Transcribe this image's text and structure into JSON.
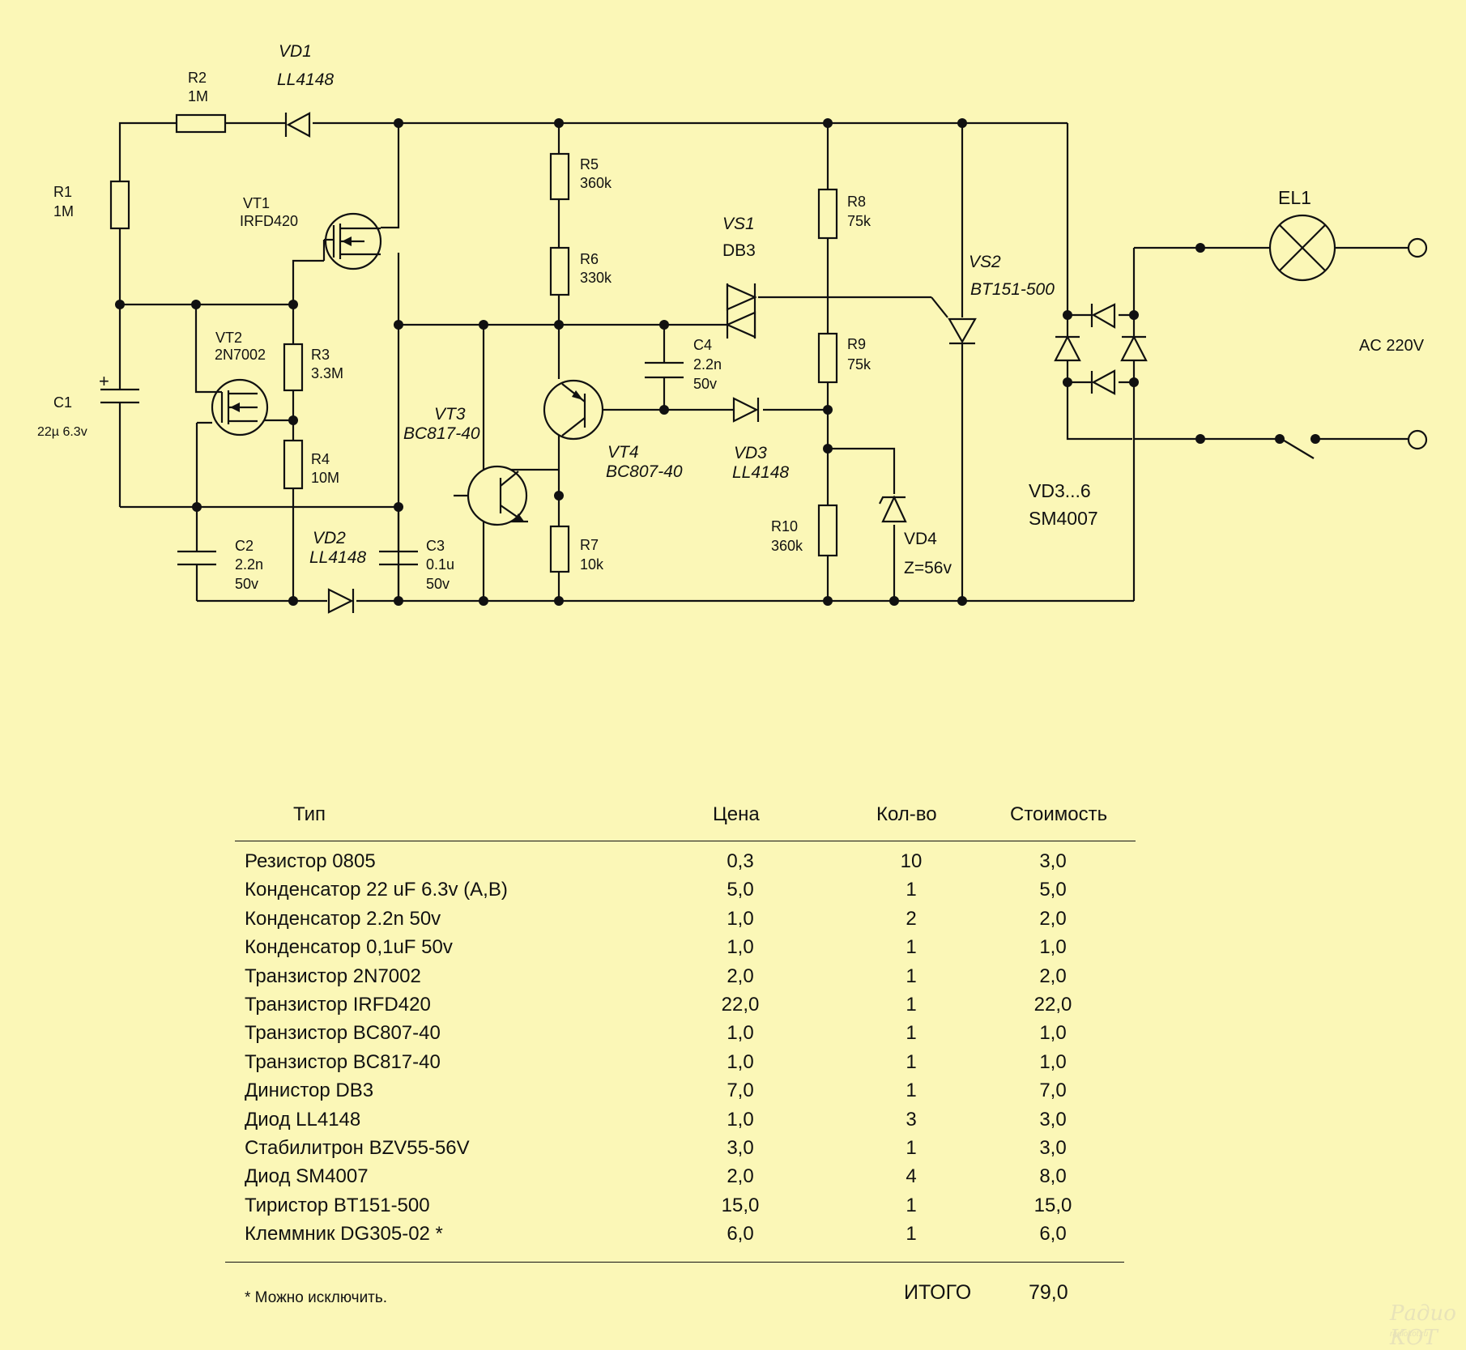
{
  "schematic": {
    "labels": {
      "vd1_ref": "VD1",
      "vd1_val": "LL4148",
      "r2_ref": "R2",
      "r2_val": "1M",
      "r1_ref": "R1",
      "r1_val": "1M",
      "vt1_ref": "VT1",
      "vt1_val": "IRFD420",
      "vt2_ref": "VT2",
      "vt2_val": "2N7002",
      "c1_ref": "C1",
      "c1_val": "22µ 6.3v",
      "c1_plus": "+",
      "r3_ref": "R3",
      "r3_val": "3.3M",
      "r4_ref": "R4",
      "r4_val": "10M",
      "c2_ref": "C2",
      "c2_val1": "2.2n",
      "c2_val2": "50v",
      "vd2_ref": "VD2",
      "vd2_val": "LL4148",
      "c3_ref": "C3",
      "c3_val1": "0.1u",
      "c3_val2": "50v",
      "vt3_ref": "VT3",
      "vt3_val": "BC817-40",
      "r5_ref": "R5",
      "r5_val": "360k",
      "r6_ref": "R6",
      "r6_val": "330k",
      "r7_ref": "R7",
      "r7_val": "10k",
      "vt4_ref": "VT4",
      "vt4_val": "BC807-40",
      "c4_ref": "C4",
      "c4_val1": "2.2n",
      "c4_val2": "50v",
      "vs1_ref": "VS1",
      "vs1_val": "DB3",
      "vd3_ref": "VD3",
      "vd3_val": "LL4148",
      "r8_ref": "R8",
      "r8_val": "75k",
      "r9_ref": "R9",
      "r9_val": "75k",
      "r10_ref": "R10",
      "r10_val": "360k",
      "vd4_ref": "VD4",
      "vd4_val": "Z=56v",
      "vs2_ref": "VS2",
      "vs2_val": "BT151-500",
      "el1_ref": "EL1",
      "ac": "AC 220V",
      "bridge_ref": "VD3...6",
      "bridge_val": "SM4007"
    }
  },
  "bom": {
    "headers": {
      "type": "Тип",
      "price": "Цена",
      "qty": "Кол-во",
      "cost": "Стоимость"
    },
    "rows": [
      {
        "type": "Резистор 0805",
        "price": "0,3",
        "qty": "10",
        "cost": "3,0"
      },
      {
        "type": "Конденсатор 22 uF 6.3v (A,B)",
        "price": "5,0",
        "qty": "1",
        "cost": "5,0"
      },
      {
        "type": "Конденсатор 2.2n 50v",
        "price": "1,0",
        "qty": "2",
        "cost": "2,0"
      },
      {
        "type": "Конденсатор 0,1uF 50v",
        "price": "1,0",
        "qty": "1",
        "cost": "1,0"
      },
      {
        "type": "Транзистор 2N7002",
        "price": "2,0",
        "qty": "1",
        "cost": "2,0"
      },
      {
        "type": "Транзистор IRFD420",
        "price": "22,0",
        "qty": "1",
        "cost": "22,0"
      },
      {
        "type": "Транзистор BC807-40",
        "price": "1,0",
        "qty": "1",
        "cost": "1,0"
      },
      {
        "type": "Транзистор BC817-40",
        "price": "1,0",
        "qty": "1",
        "cost": "1,0"
      },
      {
        "type": "Динистор DB3",
        "price": "7,0",
        "qty": "1",
        "cost": "7,0"
      },
      {
        "type": "Диод LL4148",
        "price": "1,0",
        "qty": "3",
        "cost": "3,0"
      },
      {
        "type": "Стабилитрон BZV55-56V",
        "price": "3,0",
        "qty": "1",
        "cost": "3,0"
      },
      {
        "type": "Диод SM4007",
        "price": "2,0",
        "qty": "4",
        "cost": "8,0"
      },
      {
        "type": "Тиристор BT151-500",
        "price": "15,0",
        "qty": "1",
        "cost": "15,0"
      },
      {
        "type": "Клеммник DG305-02 *",
        "price": "6,0",
        "qty": "1",
        "cost": "6,0"
      }
    ],
    "note": "* Можно исключить.",
    "total_label": "ИТОГО",
    "total_value": "79,0"
  },
  "watermark": {
    "logo": "Радио КОТ",
    "site": "radiokot.ru"
  }
}
